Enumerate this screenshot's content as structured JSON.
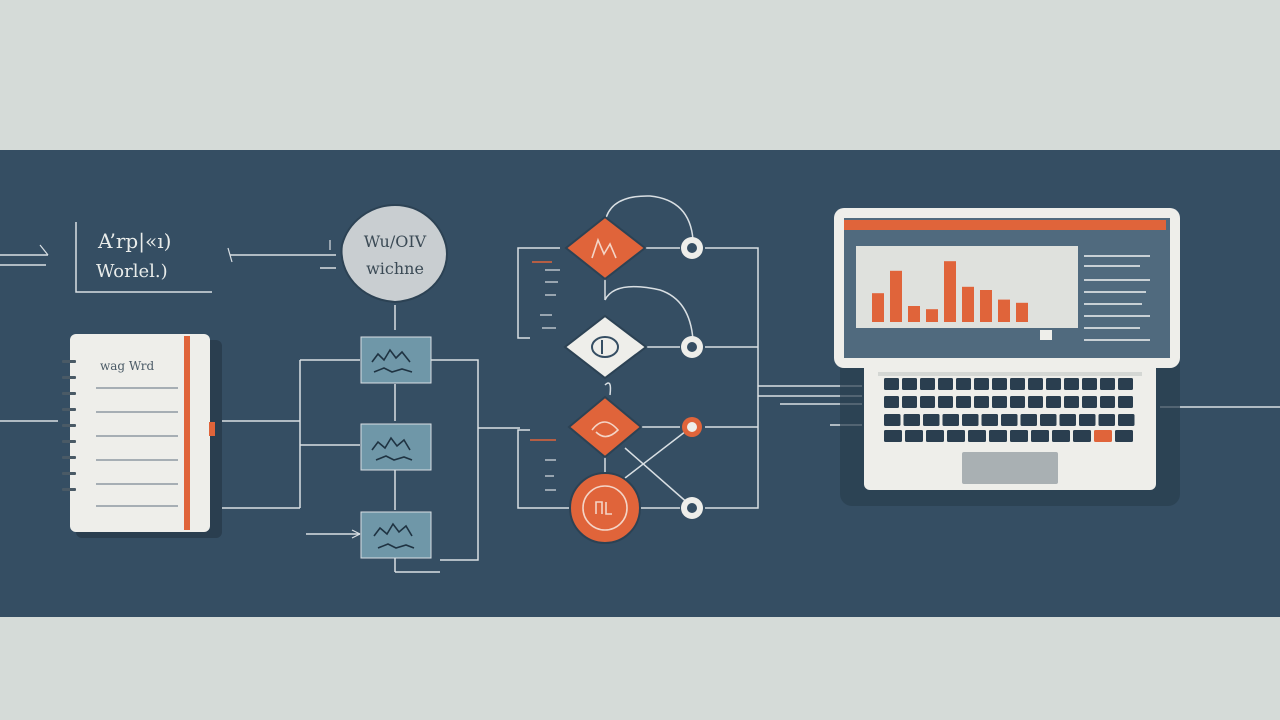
{
  "colors": {
    "background_light": "#d5dbd8",
    "panel_navy": "#354e63",
    "line": "#d9dfe3",
    "accent_orange": "#e0643a",
    "node_teal": "#6f97a8",
    "paper": "#eeeeea",
    "screen_bg": "#506a7e"
  },
  "labels": {
    "input_box_line1": "A’rp|«ı)",
    "input_box_line2": "Worlel.)",
    "cloud_line1": "Wu/OIV",
    "cloud_line2": "wichne",
    "notebook_title": "wag Wrd"
  },
  "icons": [
    "notebook-icon",
    "laptop-icon",
    "bar-chart-icon",
    "diamond-node-icon",
    "circle-node-icon"
  ],
  "chart_on_screen": {
    "type": "bar",
    "values": [
      0.45,
      0.8,
      0.25,
      0.2,
      0.95,
      0.55,
      0.5,
      0.35,
      0.3
    ]
  }
}
